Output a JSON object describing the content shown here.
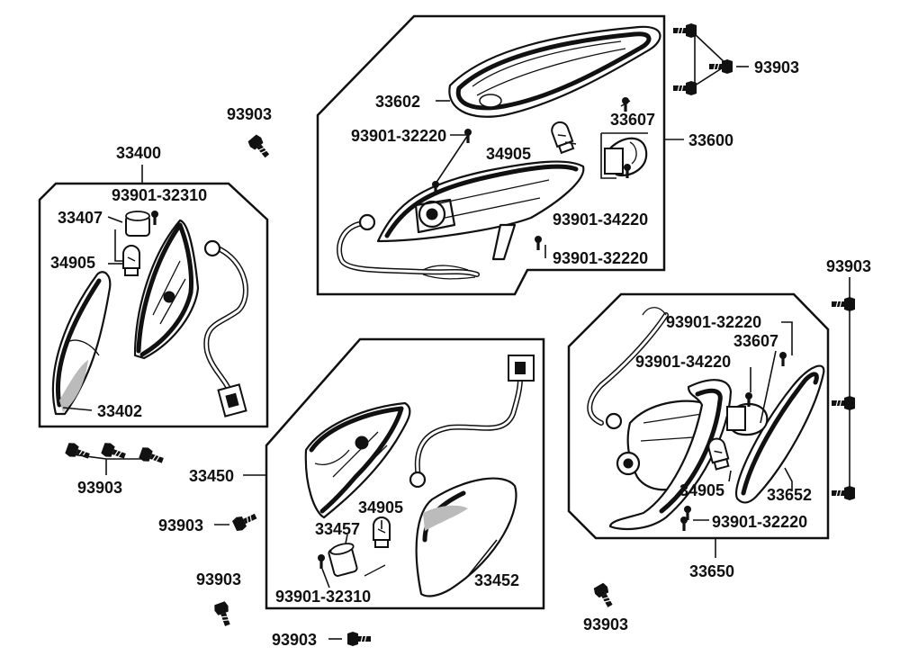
{
  "diagram": {
    "group_labels": {
      "rear_light_assembly": "33600",
      "left_front_winker": "33400",
      "right_front_winker": "33450",
      "rear_winker": "33650"
    },
    "part_labels": {
      "rear_lens": "33602",
      "rear_lens_screw": "93901-32220",
      "rear_bulb": "34905",
      "rear_socket": "33607",
      "rear_socket_screw": "93901-34220",
      "rear_body_screw": "93901-32220",
      "rear_mount_screws": "93903",
      "lf_top_screw": "93903",
      "lf_screw": "93901-32310",
      "lf_socket": "33407",
      "lf_bulb": "34905",
      "lf_lens": "33402",
      "lf_bottom_screws": "93903",
      "rf_side_screw": "93903",
      "rf_bottom_screw": "93903",
      "rf_bulb": "34905",
      "rf_socket": "33457",
      "rf_screw": "93901-32310",
      "rf_lens": "33452",
      "rf_bolt": "93903",
      "rw_top_screw": "93901-32220",
      "rw_socket": "33607",
      "rw_socket_screw": "93901-34220",
      "rw_bulb": "34905",
      "rw_lens": "33652",
      "rw_bottom_screw": "93901-32220",
      "rw_side_screws": "93903",
      "rw_center_screw": "93903"
    }
  }
}
